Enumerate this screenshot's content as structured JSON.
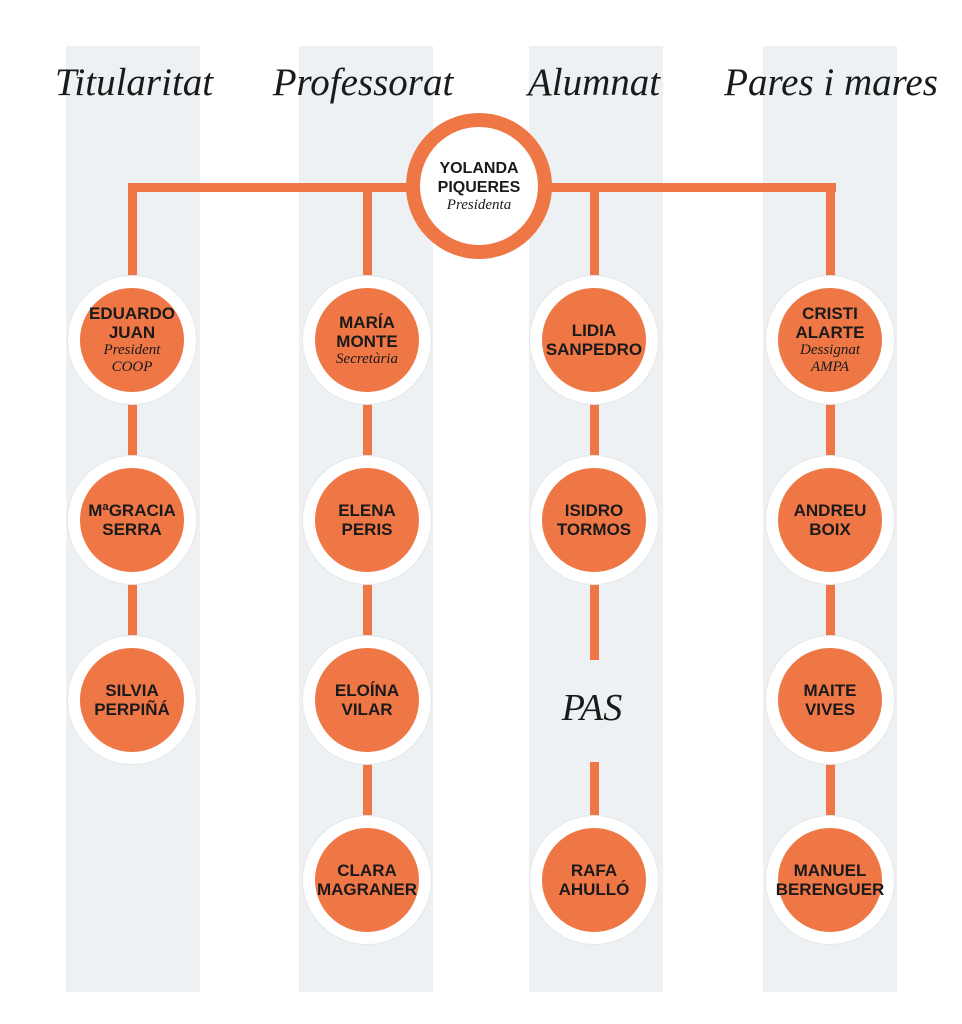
{
  "columns": [
    {
      "title": "Titularitat"
    },
    {
      "title": "Professorat"
    },
    {
      "title": "Alumnat"
    },
    {
      "title": "Pares i mares"
    }
  ],
  "president": {
    "line1": "YOLANDA",
    "line2": "PIQUERES",
    "role": "Presidenta"
  },
  "members": {
    "titularitat": [
      {
        "line1": "EDUARDO",
        "line2": "JUAN",
        "role1": "President",
        "role2": "COOP"
      },
      {
        "line1": "MªGRACIA",
        "line2": "SERRA"
      },
      {
        "line1": "SILVIA",
        "line2": "PERPIÑÁ"
      }
    ],
    "professorat": [
      {
        "line1": "MARÍA",
        "line2": "MONTE",
        "role1": "Secretària"
      },
      {
        "line1": "ELENA",
        "line2": "PERIS"
      },
      {
        "line1": "ELOÍNA",
        "line2": "VILAR"
      },
      {
        "line1": "CLARA",
        "line2": "MAGRANER"
      }
    ],
    "alumnat": [
      {
        "line1": "LIDIA",
        "line2": "SANPEDRO"
      },
      {
        "line1": "ISIDRO",
        "line2": "TORMOS"
      }
    ],
    "pas": {
      "label": "PAS",
      "members": [
        {
          "line1": "RAFA",
          "line2": "AHULLÓ"
        }
      ]
    },
    "pares": [
      {
        "line1": "CRISTI",
        "line2": "ALARTE",
        "role1": "Dessignat",
        "role2": "AMPA"
      },
      {
        "line1": "ANDREU",
        "line2": "BOIX"
      },
      {
        "line1": "MAITE",
        "line2": "VIVES"
      },
      {
        "line1": "MANUEL",
        "line2": "BERENGUER"
      }
    ]
  },
  "colors": {
    "accent": "#ef7645",
    "band": "#edf1f3",
    "text": "#1a1a1a"
  }
}
